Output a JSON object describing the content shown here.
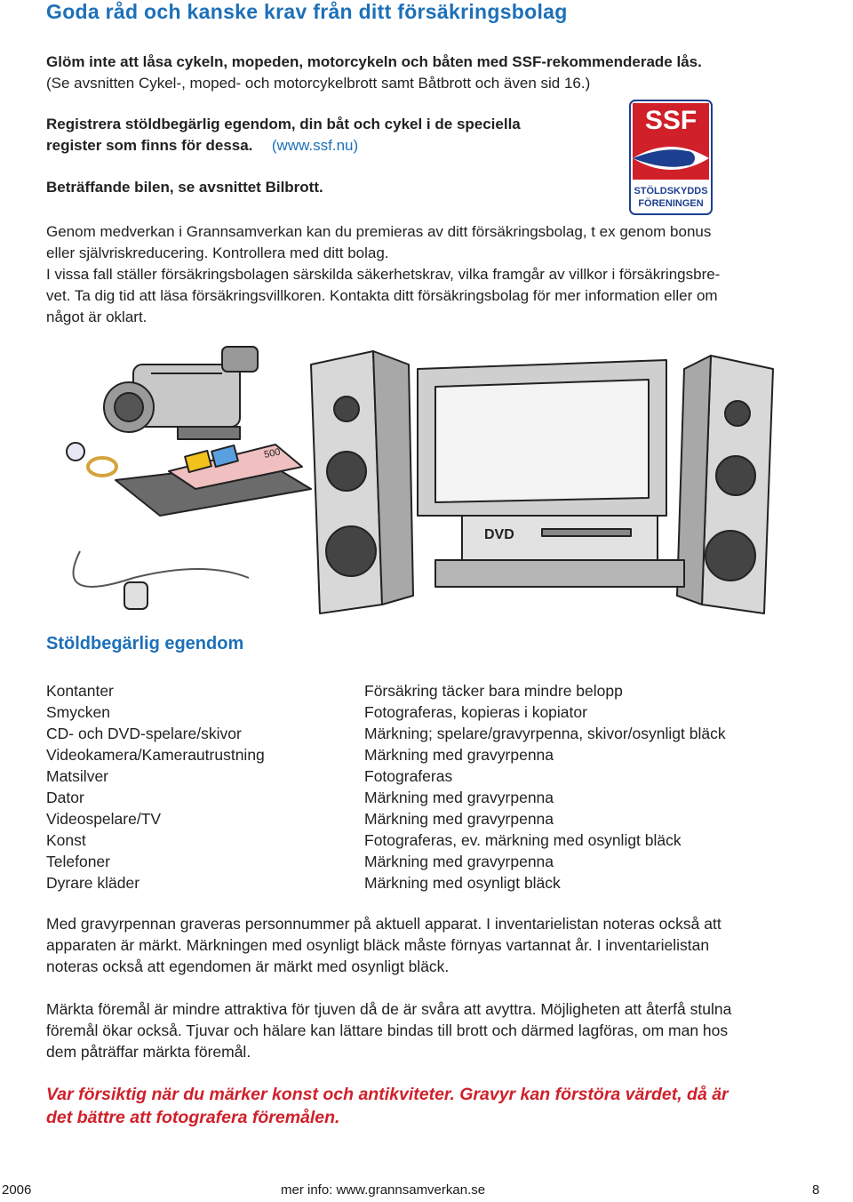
{
  "header": {
    "title": "Goda råd och kanske krav från ditt försäkringsbolag"
  },
  "intro": {
    "lock_line1": "Glöm inte att låsa cykeln, mopeden, motorcykeln och båten med SSF-rekommenderade lås.",
    "lock_line2": "(Se avsnitten Cykel-, moped- och motorcykelbrott samt Båtbrott och även sid 16.)",
    "register_line1": "Registrera stöldbegärlig egendom, din båt och cykel i de speciella",
    "register_line2": "register som finns för dessa.",
    "register_link": "(www.ssf.nu)",
    "car_line": "Beträffande bilen, se avsnittet Bilbrott.",
    "para1_line1": "Genom medverkan i Grannsamverkan kan du premieras av ditt försäkringsbolag, t ex genom bonus",
    "para1_line2": "eller självriskreducering. Kontrollera med ditt bolag.",
    "para2_line1": "I vissa fall ställer försäkringsbolagen särskilda säkerhetskrav, vilka framgår av villkor i försäkringsbre-",
    "para2_line2": "vet. Ta dig tid att läsa försäkringsvillkoren. Kontakta ditt försäkringsbolag för mer information eller om",
    "para2_line3": "något är oklart."
  },
  "logo": {
    "top_text": "SSF",
    "bottom_line1": "STÖLDSKYDDS",
    "bottom_line2": "FÖRENINGEN",
    "red": "#d0202a",
    "blue": "#1d3f8f"
  },
  "illustration": {
    "dvd_label": "DVD",
    "banknote_label": "500"
  },
  "section": {
    "title": "Stöldbegärlig egendom",
    "items": [
      {
        "item": "Kontanter",
        "measure": "Försäkring täcker bara mindre belopp"
      },
      {
        "item": "Smycken",
        "measure": "Fotograferas, kopieras i kopiator"
      },
      {
        "item": "CD- och DVD-spelare/skivor",
        "measure": "Märkning; spelare/gravyrpenna, skivor/osynligt bläck"
      },
      {
        "item": "Videokamera/Kamerautrustning",
        "measure": "Märkning med gravyrpenna"
      },
      {
        "item": "Matsilver",
        "measure": "Fotograferas"
      },
      {
        "item": "Dator",
        "measure": "Märkning med gravyrpenna"
      },
      {
        "item": "Videospelare/TV",
        "measure": "Märkning med gravyrpenna"
      },
      {
        "item": "Konst",
        "measure": "Fotograferas, ev. märkning med osynligt bläck"
      },
      {
        "item": "Telefoner",
        "measure": "Märkning med gravyrpenna"
      },
      {
        "item": "Dyrare kläder",
        "measure": "Märkning med osynligt bläck"
      }
    ]
  },
  "body": {
    "p3_line1": "Med gravyrpennan graveras personnummer på aktuell apparat. I inventarielistan noteras också att",
    "p3_line2": "apparaten är märkt. Märkningen med osynligt bläck måste förnyas vartannat år. I inventarielistan",
    "p3_line3": "noteras också att egendomen är märkt med osynligt bläck.",
    "p4_line1": "Märkta föremål är mindre attraktiva för tjuven då de är svåra att avyttra. Möjligheten att återfå stulna",
    "p4_line2": "föremål ökar också. Tjuvar och hälare kan lättare bindas till brott och därmed lagföras, om man hos",
    "p4_line3": "dem påträffar märkta föremål.",
    "warning_line1": "Var försiktig när du märker konst och antikviteter. Gravyr kan förstöra värdet, då är",
    "warning_line2": "det bättre att fotografera föremålen."
  },
  "footer": {
    "year": "2006",
    "info": "mer info: www.grannsamverkan.se",
    "page": "8"
  }
}
